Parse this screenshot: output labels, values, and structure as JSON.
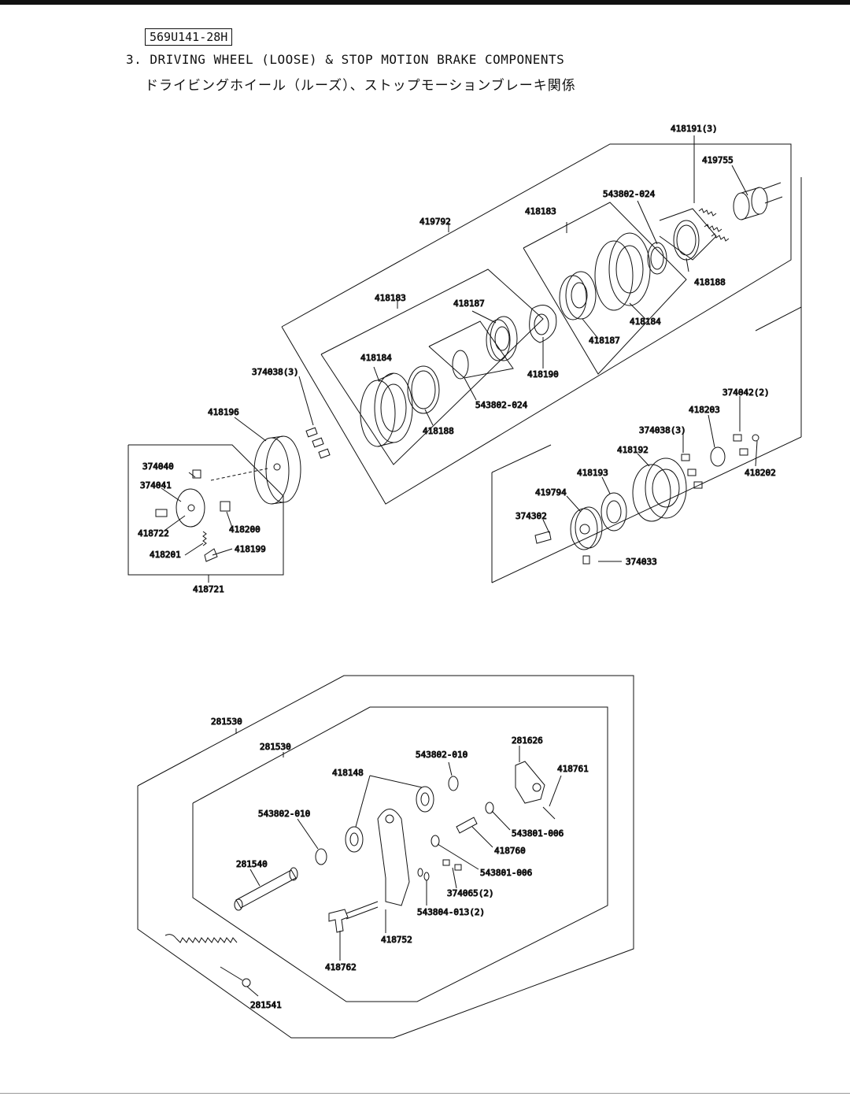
{
  "header": {
    "doc_code": "569U141-28H",
    "title": "3. DRIVING WHEEL (LOOSE) & STOP MOTION BRAKE COMPONENTS",
    "title_jp": "ドライビングホイール（ルーズ）、ストップモーションブレーキ関係"
  },
  "top_assembly": {
    "labels": [
      "418191(3)",
      "419755",
      "543802-024",
      "418183",
      "419792",
      "418188",
      "418184",
      "418187",
      "418183",
      "418187",
      "418190",
      "418184",
      "374038(3)",
      "543802-024",
      "418188",
      "418196",
      "374040",
      "374041",
      "418722",
      "418200",
      "418201",
      "418199",
      "418721"
    ]
  },
  "right_assembly": {
    "labels": [
      "374042(2)",
      "418203",
      "374038(3)",
      "418192",
      "418202",
      "418193",
      "419794",
      "374302",
      "374033"
    ]
  },
  "bottom_assembly": {
    "labels": [
      "281530",
      "281530",
      "281626",
      "543802-010",
      "418761",
      "418148",
      "543802-010",
      "543801-006",
      "418760",
      "281540",
      "543801-006",
      "374065(2)",
      "543804-013(2)",
      "418752",
      "418762",
      "281541"
    ]
  }
}
